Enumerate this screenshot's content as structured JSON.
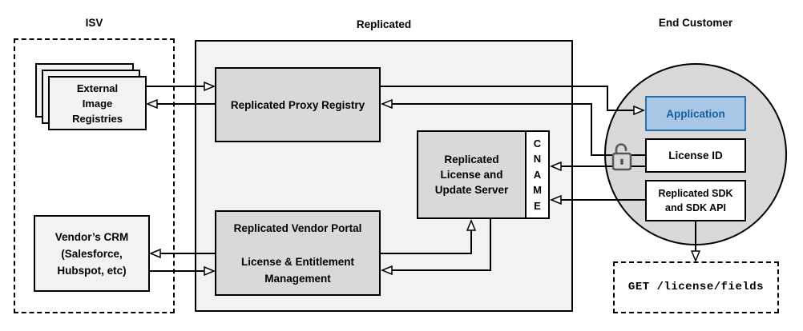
{
  "sections": {
    "isv": {
      "title": "ISV"
    },
    "replicated": {
      "title": "Replicated"
    },
    "end_customer": {
      "title": "End Customer"
    }
  },
  "nodes": {
    "external_registries": {
      "label": "External\nImage\nRegistries"
    },
    "vendor_crm": {
      "label": "Vendor’s CRM\n(Salesforce,\nHubspot, etc)"
    },
    "proxy_registry": {
      "label": "Replicated Proxy Registry"
    },
    "license_server": {
      "label": "Replicated\nLicense and\nUpdate Server"
    },
    "cname": {
      "label": "C\nN\nA\nM\nE"
    },
    "vendor_portal": {
      "label": "Replicated Vendor Portal\n\nLicense & Entitlement\nManagement"
    },
    "application": {
      "label": "Application"
    },
    "license_id": {
      "label": "License ID"
    },
    "sdk": {
      "label": "Replicated SDK\nand SDK API"
    },
    "get_endpoint": {
      "label": "GET /license/fields"
    }
  },
  "icons": {
    "lock": "unlocked-padlock-icon"
  },
  "colors": {
    "application_fill": "#a8c7e7",
    "application_border": "#2e6fac",
    "application_text": "#1a5d9e",
    "node_gray": "#d9d9d9",
    "panel_gray": "#f2f2f2",
    "circle_gray": "#d9d9d9",
    "box_white": "#ffffff",
    "line_black": "#000000",
    "lock_gray": "#595959"
  }
}
